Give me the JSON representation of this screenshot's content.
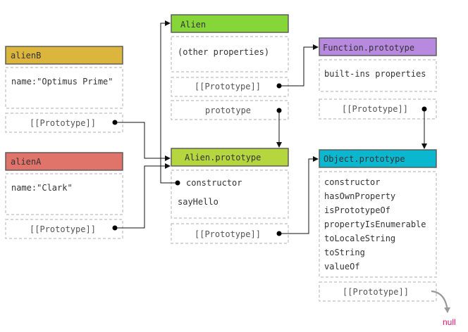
{
  "colors": {
    "alienB": "#dcb63c",
    "alienA": "#e0736a",
    "Alien": "#86d63a",
    "alien_prototype": "#b5d63f",
    "function_prototype": "#b88adf",
    "object_prototype": "#0bb7cf",
    "null": "#e0106e",
    "null_arrow": "#9a9a9a"
  },
  "nodes": {
    "alienB": {
      "title": "alienB",
      "props": [
        "name:\"Optimus Prime\""
      ],
      "proto_slot": "[[Prototype]]"
    },
    "alienA": {
      "title": "alienA",
      "props": [
        "name:\"Clark\""
      ],
      "proto_slot": "[[Prototype]]"
    },
    "Alien": {
      "title": "Alien",
      "props": [
        "(other properties)"
      ],
      "proto_slot": "[[Prototype]]",
      "prototype_slot": "prototype"
    },
    "alien_prototype": {
      "title": "Alien.prototype",
      "props": [
        "constructor",
        "sayHello"
      ],
      "proto_slot": "[[Prototype]]"
    },
    "function_prototype": {
      "title": "Function.prototype",
      "props": [
        "built-ins properties"
      ],
      "proto_slot": "[[Prototype]]"
    },
    "object_prototype": {
      "title": "Object.prototype",
      "props": [
        "constructor",
        "hasOwnProperty",
        "isPrototypeOf",
        "propertyIsEnumerable",
        "toLocaleString",
        "toString",
        "valueOf"
      ],
      "proto_slot": "[[Prototype]]"
    }
  },
  "null_label": "null"
}
